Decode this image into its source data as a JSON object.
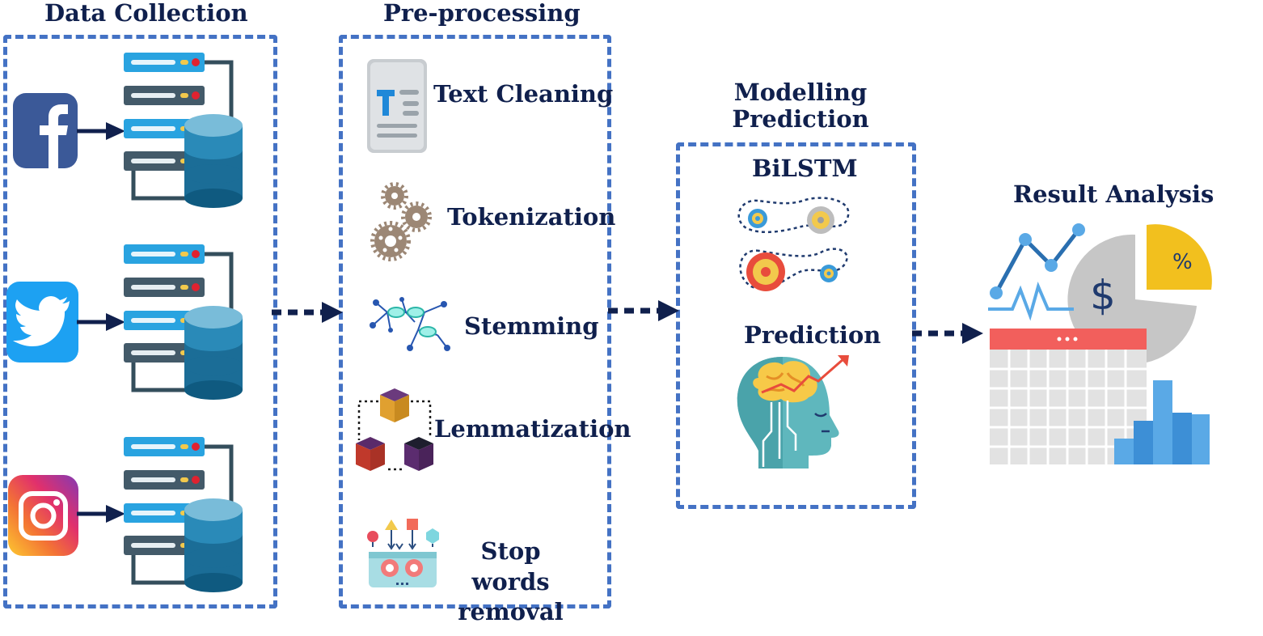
{
  "stages": {
    "data_collection": {
      "title": "Data Collection"
    },
    "preprocessing": {
      "title": "Pre-processing",
      "steps": [
        "Text Cleaning",
        "Tokenization",
        "Stemming",
        "Lemmatization",
        "Stop words removal"
      ]
    },
    "modelling": {
      "title": "Modelling Prediction",
      "model": "BiLSTM",
      "prediction": "Prediction"
    },
    "result": {
      "title": "Result Analysis"
    }
  },
  "sources": [
    {
      "name": "facebook",
      "icon": "facebook-icon",
      "color": "#3b5998"
    },
    {
      "name": "twitter",
      "icon": "twitter-icon",
      "color": "#1da1f2"
    },
    {
      "name": "instagram",
      "icon": "instagram-icon",
      "color": "#e1306c"
    }
  ],
  "colors": {
    "box_border": "#4472c4",
    "arrow": "#10204d",
    "text": "#10204d"
  }
}
